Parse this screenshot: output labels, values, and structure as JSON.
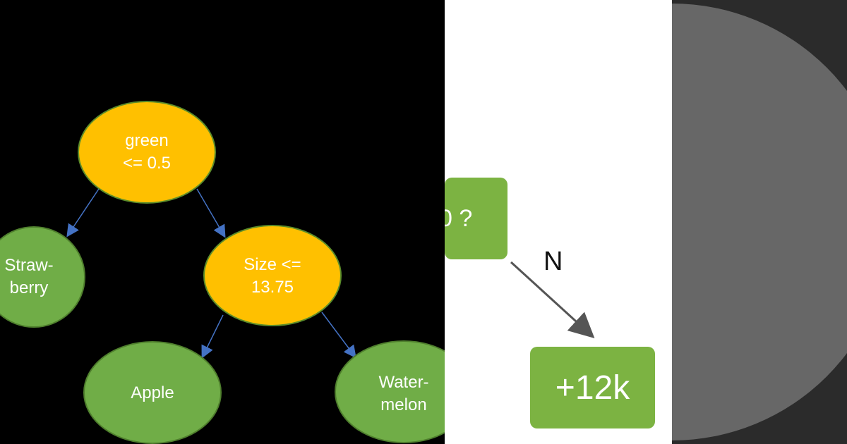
{
  "tree": {
    "root": {
      "label": "green\n<= 0.5"
    },
    "left_leaf": {
      "label": "Straw-\nberry"
    },
    "mid": {
      "label": "Size <=\n13.75"
    },
    "bottom_left": {
      "label": "Apple"
    },
    "bottom_right": {
      "label": "Water-\nmelon"
    }
  },
  "split": {
    "question": "0 ?",
    "edge_label": "N",
    "leaf_value": "+12k"
  },
  "colors": {
    "tree_background": "#000000",
    "decision_node_fill": "#ffc000",
    "decision_node_stroke": "#5b8c2a",
    "leaf_node_fill": "#70ad47",
    "leaf_node_stroke": "#4f7f2d",
    "edge_arrow": "#4472c4",
    "split_background": "#ffffff",
    "split_box_fill": "#7cb342",
    "split_arrow": "#555555",
    "right_panel_background": "#2b2b2b",
    "right_circle_fill": "#676767"
  }
}
